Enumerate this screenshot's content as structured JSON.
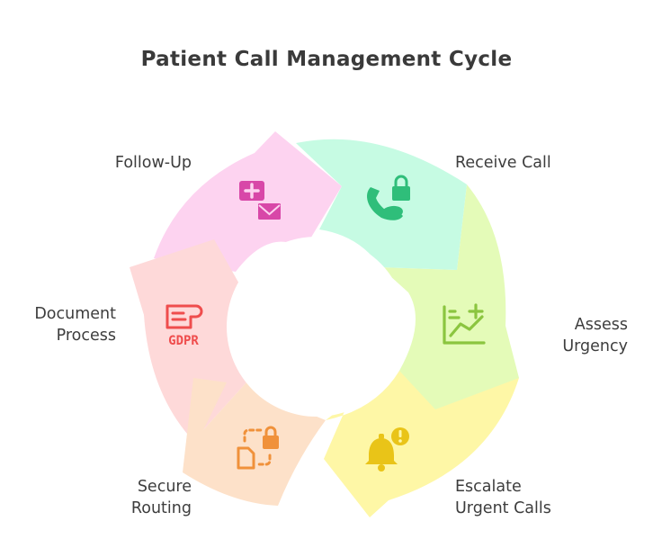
{
  "title": "Patient Call Management Cycle",
  "steps": [
    {
      "id": "receive",
      "label": [
        "Receive Call"
      ],
      "fill": "#c6fbe3",
      "icon": "phone-lock-icon",
      "icon_color": "#2fbe7a"
    },
    {
      "id": "assess",
      "label": [
        "Assess",
        "Urgency"
      ],
      "fill": "#e4fbb8",
      "icon": "chart-plus-icon",
      "icon_color": "#8bc53f"
    },
    {
      "id": "escalate",
      "label": [
        "Escalate",
        "Urgent Calls"
      ],
      "fill": "#fef7a6",
      "icon": "bell-alert-icon",
      "icon_color": "#e9c418"
    },
    {
      "id": "routing",
      "label": [
        "Secure",
        "Routing"
      ],
      "fill": "#fde1c9",
      "icon": "route-lock-icon",
      "icon_color": "#f0913a"
    },
    {
      "id": "document",
      "label": [
        "Document",
        "Process"
      ],
      "fill": "#fed9d9",
      "icon": "gdpr-document-icon",
      "icon_color": "#ef4d4d",
      "icon_text": "GDPR"
    },
    {
      "id": "followup",
      "label": [
        "Follow-Up"
      ],
      "fill": "#fdd3f0",
      "icon": "medical-mail-icon",
      "icon_color": "#d847a8"
    }
  ]
}
